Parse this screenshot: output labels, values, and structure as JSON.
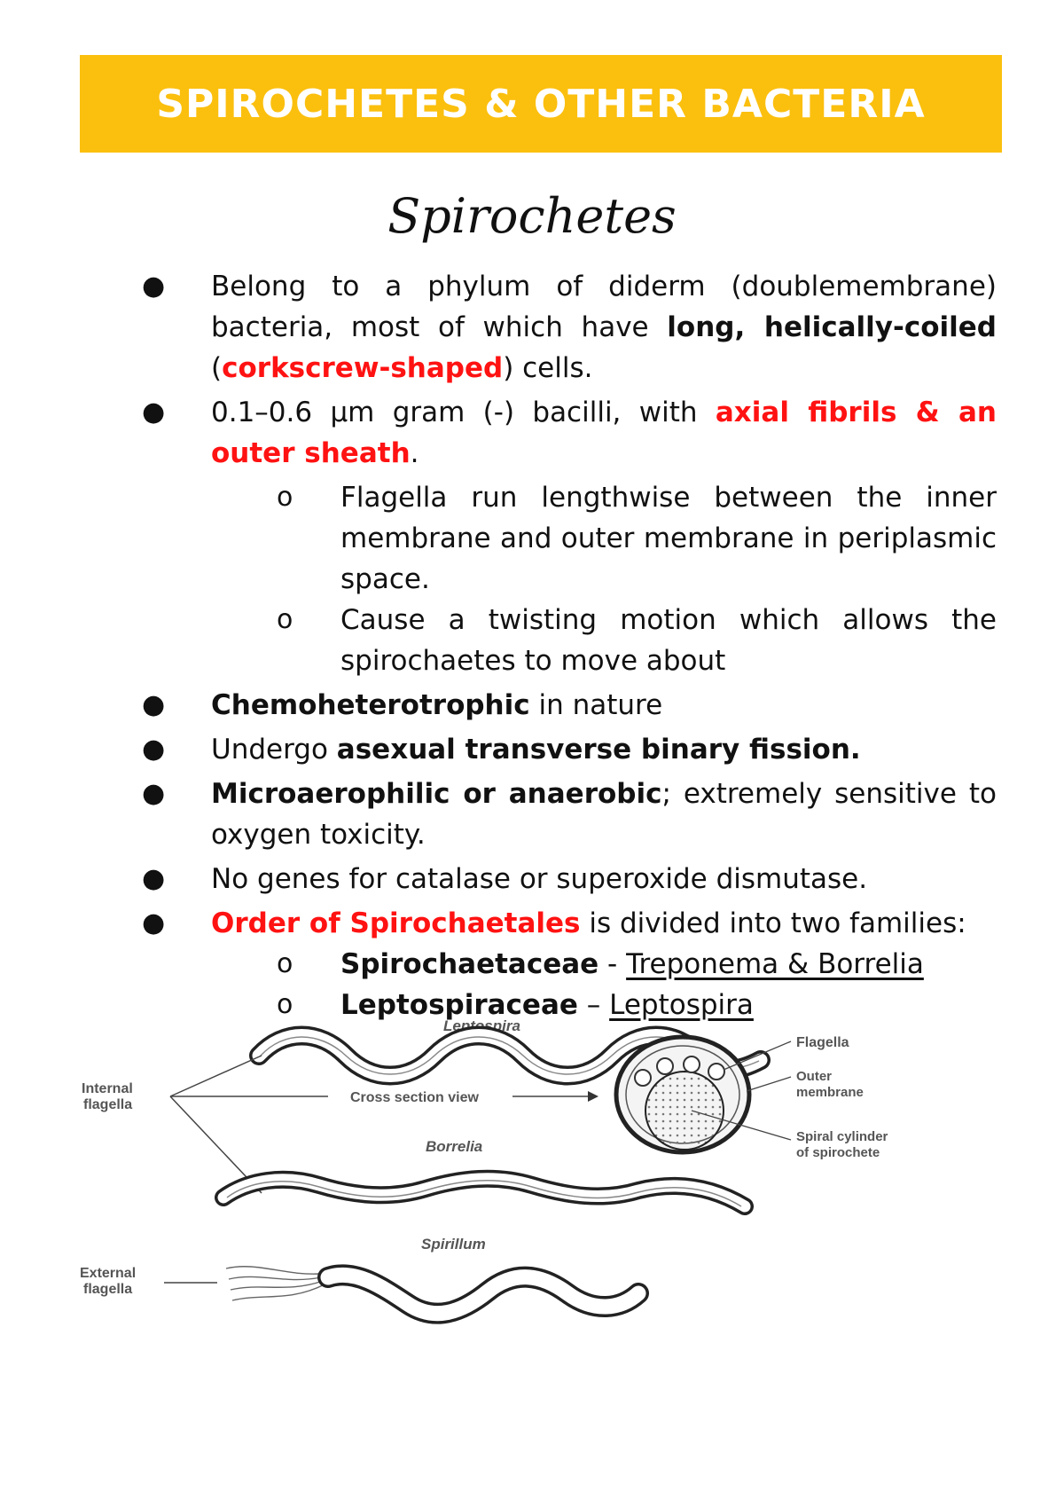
{
  "header": {
    "title": "SPIROCHETES & OTHER BACTERIA"
  },
  "section": {
    "title": "Spirochetes"
  },
  "bullets": {
    "b1": {
      "t1": "Belong to a phylum of diderm (doublemembrane) bacteria, most of which have ",
      "t2": "long, helically-coiled",
      "t3": " (",
      "t4": "corkscrew-shaped",
      "t5": ") cells."
    },
    "b2": {
      "t1": "0.1–0.6 µm gram (-) bacilli, with ",
      "t2": "axial fibrils & an outer sheath",
      "t3": ".",
      "sub1": "Flagella run lengthwise between the inner membrane and outer membrane in periplasmic space.",
      "sub2": "Cause a twisting motion which allows the spirochaetes to move about"
    },
    "b3": {
      "t1": "Chemoheterotrophic",
      "t2": " in nature"
    },
    "b4": {
      "t1": "Undergo ",
      "t2": "asexual transverse binary fission."
    },
    "b5": {
      "t1": "Microaerophilic or anaerobic",
      "t2": "; extremely sensitive to oxygen toxicity."
    },
    "b6": {
      "t1": "No genes for catalase or superoxide dismutase."
    },
    "b7": {
      "t1": "Order of Spirochaetales",
      "t2": " is divided into two families:",
      "f1_name": "Spirochaetaceae",
      "f1_sep": " - ",
      "f1_genera": "Treponema & Borrelia",
      "f2_name": "Leptospiraceae",
      "f2_sep": " – ",
      "f2_genera": "Leptospira"
    }
  },
  "markers": {
    "bullet": "●",
    "sub": "o"
  },
  "figure": {
    "leptospira": "Leptospira",
    "borrelia": "Borrelia",
    "spirillum": "Spirillum",
    "internal_flagella_1": "Internal",
    "internal_flagella_2": "flagella",
    "external_flagella_1": "External",
    "external_flagella_2": "flagella",
    "cross_section": "Cross section view",
    "flagella": "Flagella",
    "outer_membrane_1": "Outer",
    "outer_membrane_2": "membrane",
    "spiral_cylinder_1": "Spiral cylinder",
    "spiral_cylinder_2": "of spirochete"
  },
  "colors": {
    "banner": "#fbbf0e",
    "highlight": "#ff1212"
  }
}
